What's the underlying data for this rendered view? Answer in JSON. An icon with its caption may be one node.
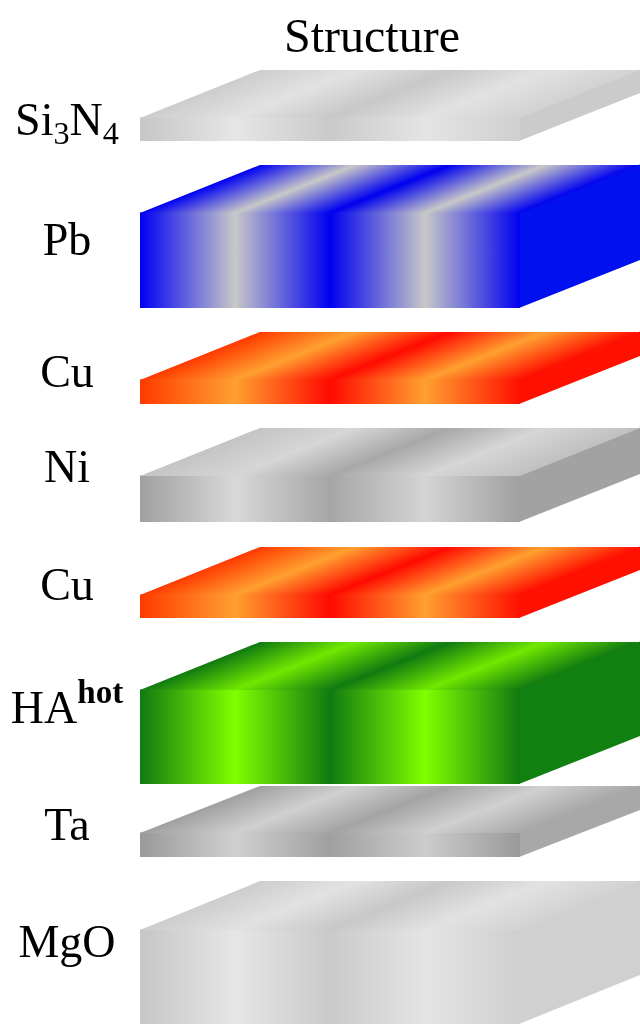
{
  "diagram": {
    "title": "Structure",
    "nodes": [
      {
        "text": [],
        "shape": "box",
        "beside": [
          "Si$_{3}$N$_{4}$"
        ]
      },
      {
        "text": [],
        "shape": "box",
        "beside": [
          "Pb"
        ]
      },
      {
        "text": [],
        "shape": "box",
        "beside": [
          "Cu"
        ]
      },
      {
        "text": [],
        "shape": "box",
        "beside": [
          "Ni"
        ]
      },
      {
        "text": [],
        "shape": "box",
        "beside": [
          "Cu"
        ]
      },
      {
        "text": [],
        "shape": "box",
        "beside": [
          "HA$^{hot}$"
        ]
      },
      {
        "text": [],
        "shape": "box",
        "beside": [
          "Ta"
        ]
      },
      {
        "text": [],
        "shape": "box",
        "beside": [
          "MgO"
        ]
      }
    ]
  }
}
